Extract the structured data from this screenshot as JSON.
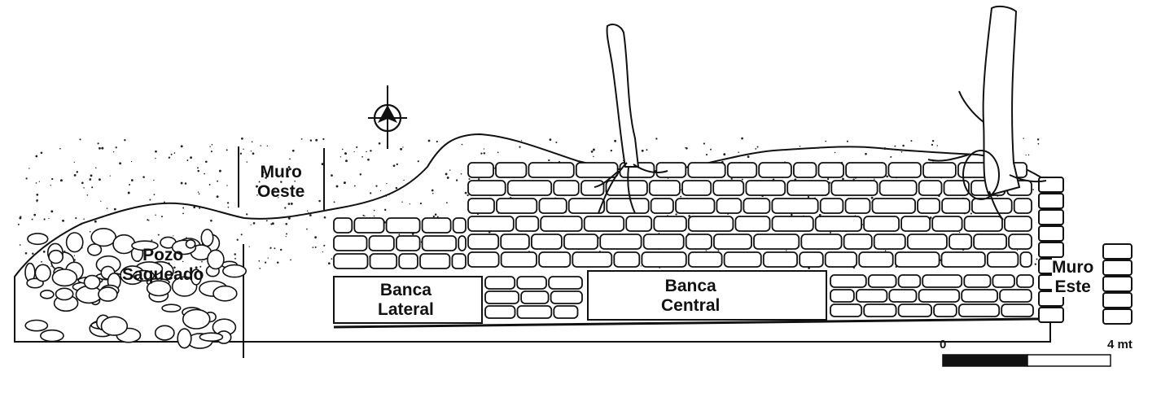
{
  "labels": {
    "muro_oeste": [
      "Muro",
      "Oeste"
    ],
    "pozo_saqueado": [
      "Pozo",
      "Saqueado"
    ],
    "banca_lateral": [
      "Banca",
      "Lateral"
    ],
    "banca_central": [
      "Banca",
      "Central"
    ],
    "muro_este": [
      "Muro",
      "Este"
    ]
  },
  "scale": {
    "start": "0",
    "end": "4 mt"
  },
  "icons": {
    "north_arrow": "north-arrow-icon"
  },
  "colors": {
    "ink": "#111111",
    "paper": "#ffffff"
  }
}
